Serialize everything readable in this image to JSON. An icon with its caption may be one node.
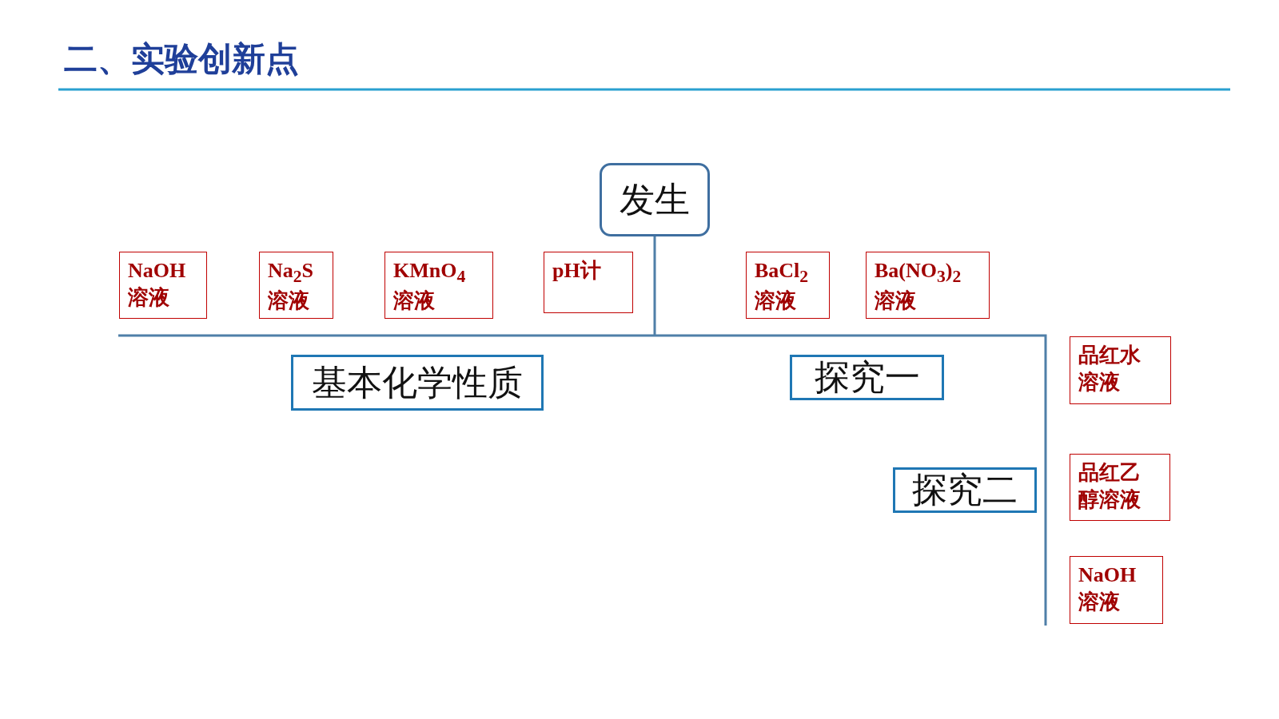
{
  "diagram": {
    "title": "二、实验创新点",
    "nodes": [
      {
        "text": [
          "发生"
        ]
      },
      {
        "text": [
          "NaOH 溶液"
        ]
      },
      {
        "text": [
          "Na$_{2}$S 溶液"
        ]
      },
      {
        "text": [
          "KMnO$_{4}$ 溶液"
        ]
      },
      {
        "text": [
          "pH计"
        ]
      },
      {
        "text": [
          "BaCl$_{2}$ 溶液"
        ]
      },
      {
        "text": [
          "Ba(NO$_{3}$)$_{2}$ 溶液"
        ]
      },
      {
        "text": [
          "基本化学性质"
        ]
      },
      {
        "text": [
          "探究一"
        ]
      },
      {
        "text": [
          "品红水溶液"
        ]
      },
      {
        "text": [
          "探究二"
        ]
      },
      {
        "text": [
          "品红乙醇溶液"
        ]
      },
      {
        "text": [
          "NaOH 溶液"
        ]
      }
    ]
  }
}
